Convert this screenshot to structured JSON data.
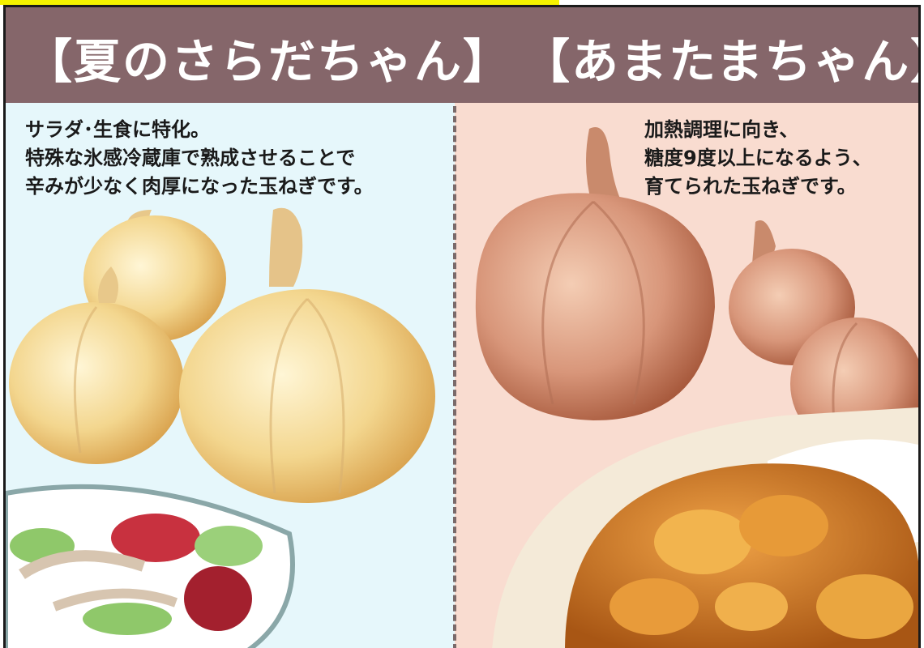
{
  "colors": {
    "header_bg": "#85666a",
    "left_bg": "#e6f7fb",
    "right_bg": "#f9dcd0",
    "top_accent": "#f5f200"
  },
  "left": {
    "title": "【夏のさらだちゃん】",
    "description": [
      "サラダ･生食に特化。",
      "特殊な氷感冷蔵庫で熟成させることで",
      "辛みが少なく肉厚になった玉ねぎです。"
    ],
    "illustrations": [
      "yellow-onion-icon",
      "salad-bowl-icon"
    ]
  },
  "right": {
    "title": "【あまたまちゃん】",
    "description": [
      "加熱調理に向き、",
      "糖度9度以上になるよう、",
      "育てられた玉ねぎです。"
    ],
    "illustrations": [
      "red-onion-icon",
      "curry-rice-icon"
    ]
  }
}
